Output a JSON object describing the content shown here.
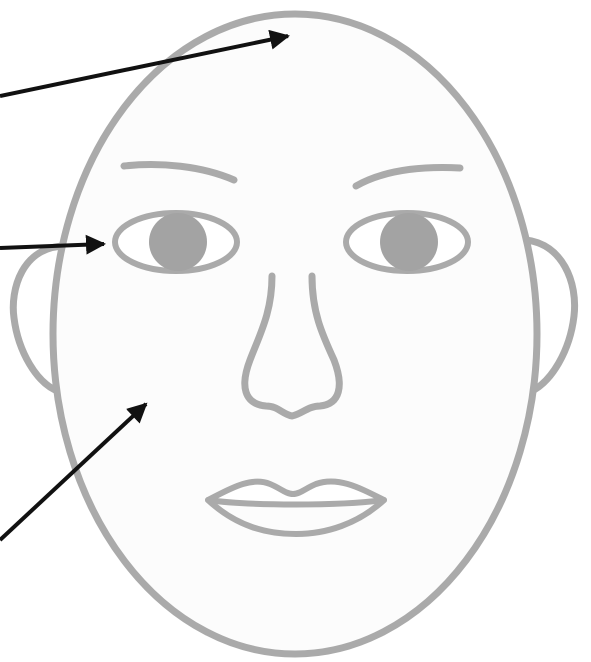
{
  "diagram": {
    "colors": {
      "background": "#ffffff",
      "face_fill": "#fcfcfc",
      "outline": "#aaaaaa",
      "iris": "#a3a3a3",
      "arrow": "#111111"
    },
    "arrows": [
      {
        "target": "forehead"
      },
      {
        "target": "left-eye"
      },
      {
        "target": "cheek"
      }
    ]
  }
}
